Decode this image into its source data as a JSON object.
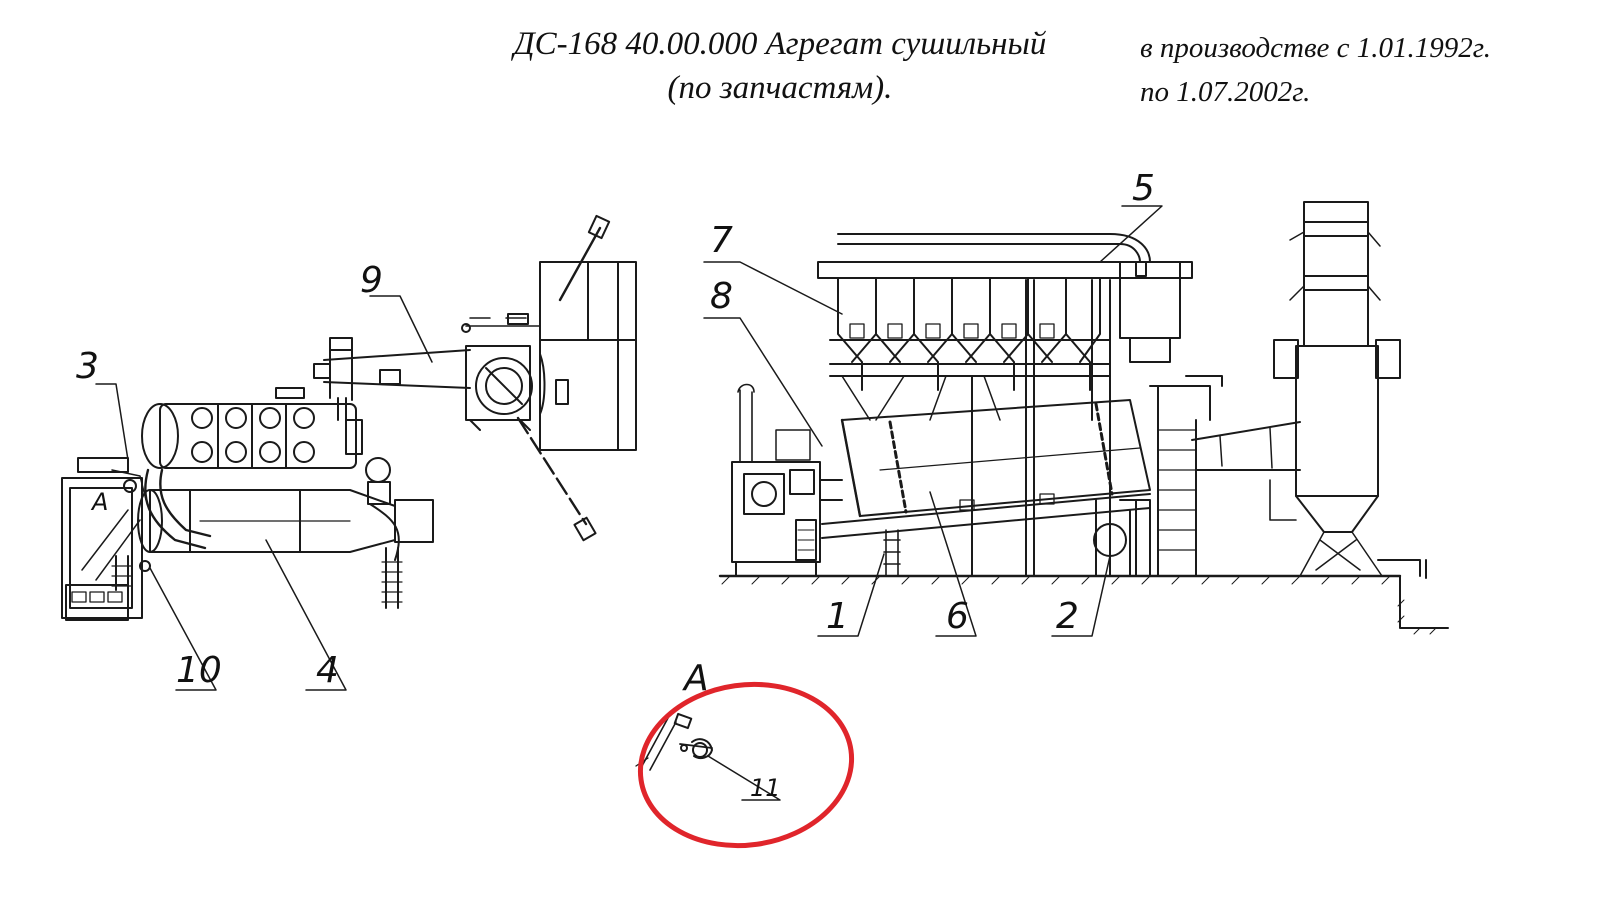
{
  "header": {
    "title_line1": "ДС-168 40.00.000 Агрегат сушильный",
    "title_line2": "(по запчастям).",
    "period_line1": "в производстве с 1.01.1992г.",
    "period_line2": "по 1.07.2002г."
  },
  "callouts": {
    "c1": "1",
    "c2": "2",
    "c3": "3",
    "c4": "4",
    "c5": "5",
    "c6": "6",
    "c7": "7",
    "c8": "8",
    "c9": "9",
    "c10": "10",
    "c11": "11"
  },
  "view_labels": {
    "view_a_mark": "А",
    "view_a_title": "А"
  },
  "highlight": {
    "color": "#e0252b",
    "target": "11"
  }
}
